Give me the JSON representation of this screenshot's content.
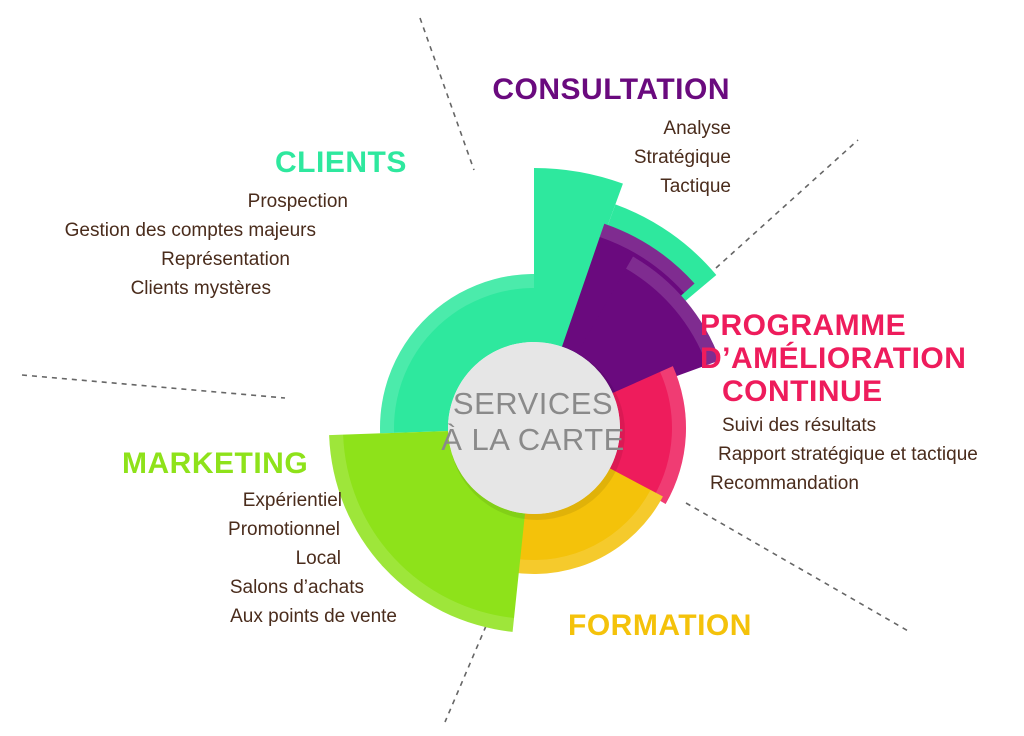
{
  "center": {
    "line1": "SERVICES",
    "line2": "À LA CARTE"
  },
  "colors": {
    "consultation": "#6a0a7e",
    "clients": "#2ee89e",
    "programme": "#ee1c5c",
    "marketing": "#8ee21a",
    "formation": "#f4c20a",
    "text": "#4a2c1c",
    "center_bg": "#e6e6e6",
    "center_text": "#8a8a8a",
    "divider": "#666666"
  },
  "sections": {
    "consultation": {
      "title": "CONSULTATION",
      "items": [
        "Analyse",
        "Stratégique",
        "Tactique"
      ]
    },
    "clients": {
      "title": "CLIENTS",
      "items": [
        "Prospection",
        "Gestion des comptes majeurs",
        "Représentation",
        "Clients mystères"
      ]
    },
    "programme": {
      "title_lines": [
        "PROGRAMME",
        "D’AMÉLIORATION",
        "CONTINUE"
      ],
      "items": [
        "Suivi des résultats",
        "Rapport stratégique et tactique",
        "Recommandation"
      ]
    },
    "marketing": {
      "title": "MARKETING",
      "items": [
        "Expérientiel",
        "Promotionnel",
        "Local",
        "Salons d’achats",
        "Aux points de vente"
      ]
    },
    "formation": {
      "title": "FORMATION",
      "items": []
    }
  }
}
